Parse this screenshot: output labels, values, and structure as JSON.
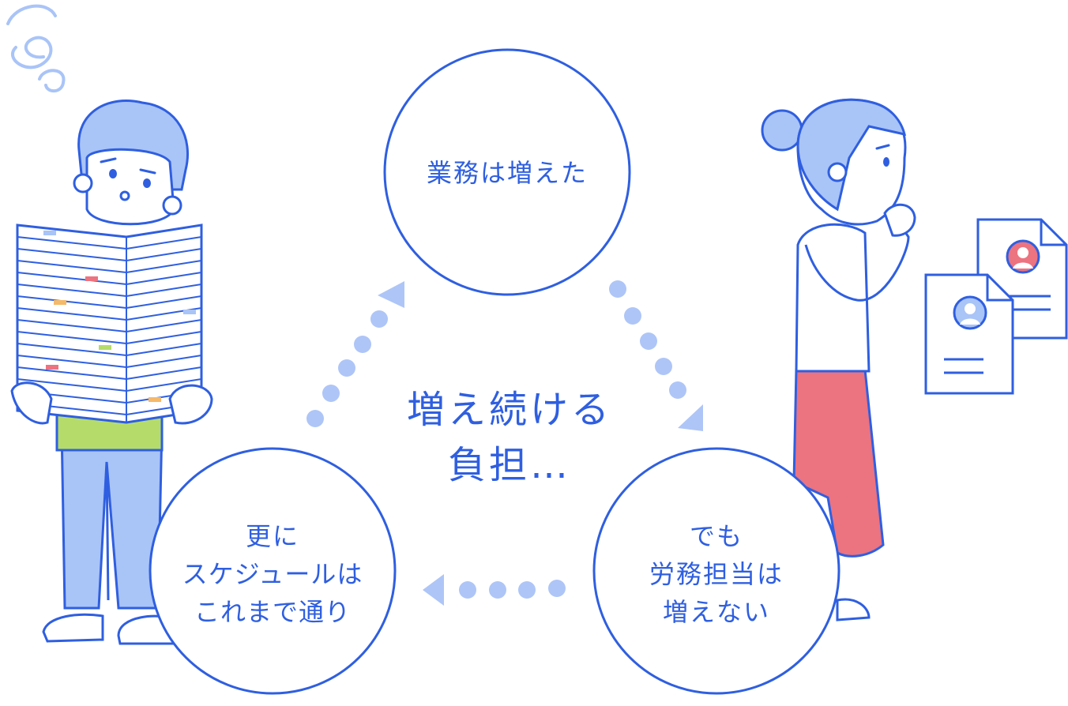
{
  "colors": {
    "line": "#2f5fe0",
    "fill_blue": "#a9c4f7",
    "dots": "#aec5f7",
    "pink": "#ec7380",
    "green": "#b5dc6a",
    "white": "#ffffff"
  },
  "cycle": {
    "center_line1": "増え続ける",
    "center_line2": "負担…",
    "top": {
      "lines": [
        "業務は増えた"
      ]
    },
    "right": {
      "lines": [
        "でも",
        "労務担当は",
        "増えない"
      ]
    },
    "left": {
      "lines": [
        "更に",
        "スケジュールは",
        "これまで通り"
      ]
    }
  }
}
